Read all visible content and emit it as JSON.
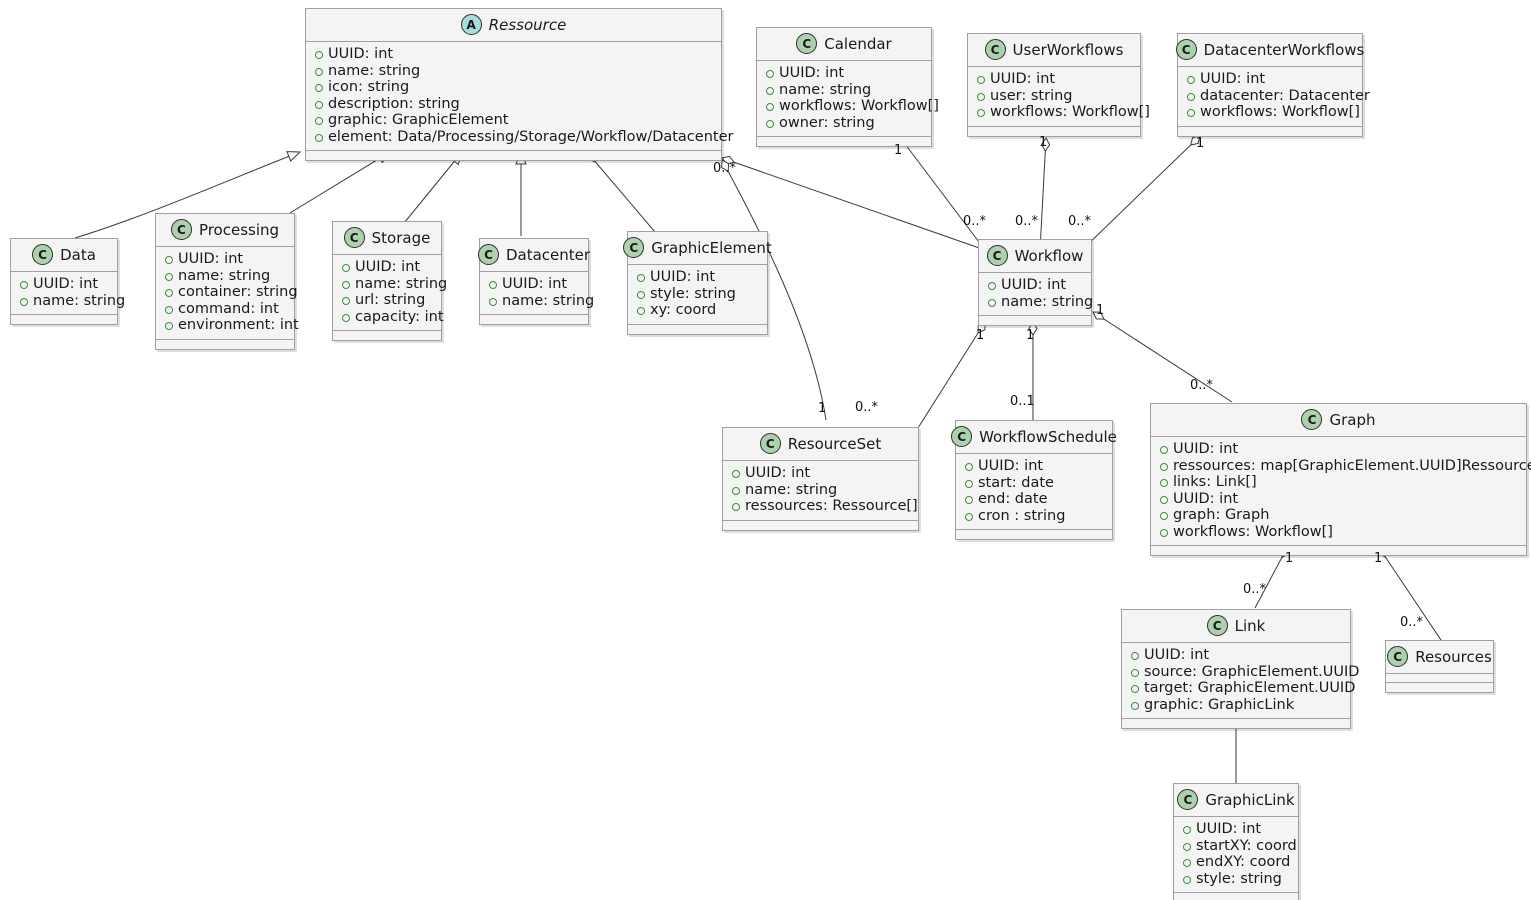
{
  "diagram": {
    "type": "uml-class-diagram",
    "background": "#ffffff",
    "class_fill": "#f4f4f4",
    "class_border": "#a0a0a0",
    "class_icon_color": "#add1ad",
    "abstract_icon_color": "#a9dcdc",
    "attribute_marker_color": "#3f8f3f"
  },
  "classes": {
    "ressource": {
      "name": "Ressource",
      "stereotype": "A",
      "attributes": [
        "UUID: int",
        "name: string",
        "icon: string",
        "description: string",
        "graphic: GraphicElement",
        "element: Data/Processing/Storage/Workflow/Datacenter"
      ]
    },
    "data": {
      "name": "Data",
      "stereotype": "C",
      "attributes": [
        "UUID: int",
        "name: string"
      ]
    },
    "processing": {
      "name": "Processing",
      "stereotype": "C",
      "attributes": [
        "UUID: int",
        "name: string",
        "container: string",
        "command: int",
        "environment: int"
      ]
    },
    "storage": {
      "name": "Storage",
      "stereotype": "C",
      "attributes": [
        "UUID: int",
        "name: string",
        "url: string",
        "capacity: int"
      ]
    },
    "datacenter": {
      "name": "Datacenter",
      "stereotype": "C",
      "attributes": [
        "UUID: int",
        "name: string"
      ]
    },
    "graphicelement": {
      "name": "GraphicElement",
      "stereotype": "C",
      "attributes": [
        "UUID: int",
        "style: string",
        "xy: coord"
      ]
    },
    "calendar": {
      "name": "Calendar",
      "stereotype": "C",
      "attributes": [
        "UUID: int",
        "name: string",
        "workflows: Workflow[]",
        "owner: string"
      ]
    },
    "userworkflows": {
      "name": "UserWorkflows",
      "stereotype": "C",
      "attributes": [
        "UUID: int",
        "user: string",
        "workflows: Workflow[]"
      ]
    },
    "datacenterworkflows": {
      "name": "DatacenterWorkflows",
      "stereotype": "C",
      "attributes": [
        "UUID: int",
        "datacenter: Datacenter",
        "workflows: Workflow[]"
      ]
    },
    "workflow": {
      "name": "Workflow",
      "stereotype": "C",
      "attributes": [
        "UUID: int",
        "name: string"
      ]
    },
    "resourceset": {
      "name": "ResourceSet",
      "stereotype": "C",
      "attributes": [
        "UUID: int",
        "name: string",
        "ressources: Ressource[]"
      ]
    },
    "workflowschedule": {
      "name": "WorkflowSchedule",
      "stereotype": "C",
      "attributes": [
        "UUID: int",
        "start: date",
        "end: date",
        "cron : string"
      ]
    },
    "graph": {
      "name": "Graph",
      "stereotype": "C",
      "attributes": [
        "UUID: int",
        "ressources: map[GraphicElement.UUID]Ressource",
        "links: Link[]",
        "UUID: int",
        "graph: Graph",
        "workflows: Workflow[]"
      ]
    },
    "link": {
      "name": "Link",
      "stereotype": "C",
      "attributes": [
        "UUID: int",
        "source: GraphicElement.UUID",
        "target: GraphicElement.UUID",
        "graphic: GraphicLink"
      ]
    },
    "resources": {
      "name": "Resources",
      "stereotype": "C",
      "attributes": []
    },
    "graphiclink": {
      "name": "GraphicLink",
      "stereotype": "C",
      "attributes": [
        "UUID: int",
        "startXY: coord",
        "endXY: coord",
        "style: string"
      ]
    }
  },
  "multiplicities": {
    "ressource_to_workflow": "0..*",
    "ressource_to_resourceset": "0..*",
    "calendar_end": "1",
    "userworkflows_end": "1",
    "datacenterworkflows_end": "1",
    "workflow_from_calendar": "0..*",
    "workflow_from_userworkflows": "0..*",
    "workflow_from_datacenterworkflows": "0..*",
    "workflow_to_resourceset_src": "1",
    "workflow_to_resourceset_dst": "0..*",
    "workflow_to_schedule_src": "1",
    "workflow_to_schedule_dst": "0..1",
    "workflow_to_graph_src": "1",
    "workflow_to_graph_dst": "0..*",
    "resourceset_end": "1",
    "graph_to_link_src": "1",
    "graph_to_link_dst": "0..*",
    "graph_to_resources_src": "1",
    "graph_to_resources_dst": "0..*"
  }
}
